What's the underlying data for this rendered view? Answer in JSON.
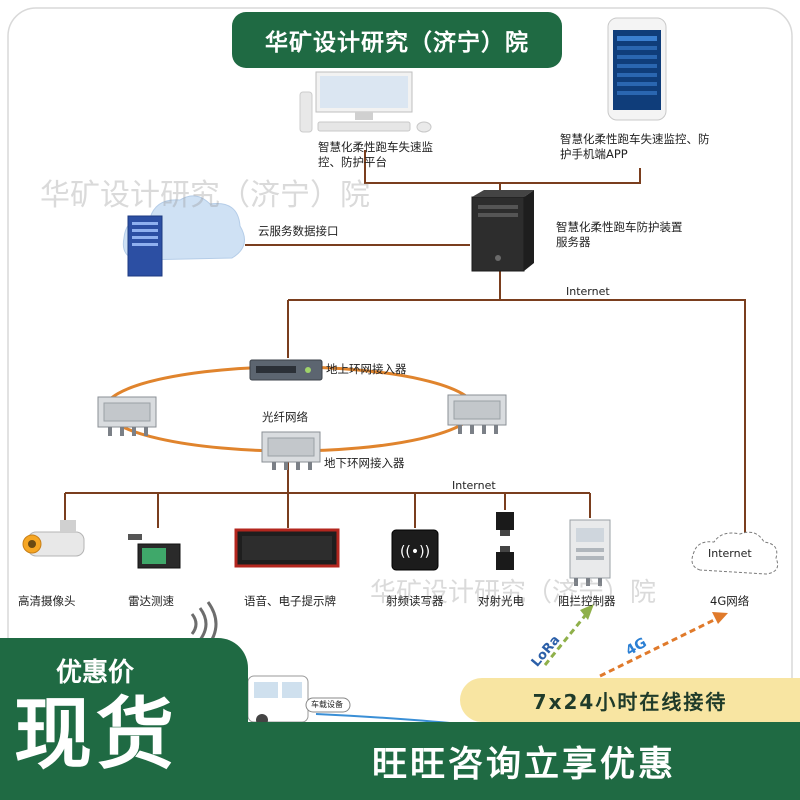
{
  "title": "华矿设计研究（济宁）院",
  "watermark": "华矿设计研究（济宁）院",
  "nodes": {
    "platform": "智慧化柔性跑车失速监控、防护平台",
    "app": "智慧化柔性跑车失速监控、防护手机端APP",
    "server": "智慧化柔性跑车防护装置服务器",
    "cloud_interface": "云服务数据接口",
    "internet_top": "Internet",
    "ground_switch": "地上环网接入器",
    "fiber": "光纤网络",
    "underground_switch": "地下环网接入器",
    "internet_mid": "Internet",
    "internet_cloud": "Internet",
    "network_4g": "4G网络",
    "lora_label": "LoRa",
    "label_4g": "4G",
    "vehicle_tag": "车载设备"
  },
  "devices": [
    {
      "name": "camera",
      "label": "高清摄像头"
    },
    {
      "name": "radar",
      "label": "雷达测速"
    },
    {
      "name": "voice-board",
      "label": "语音、电子提示牌"
    },
    {
      "name": "rfid",
      "label": "射频读写器"
    },
    {
      "name": "photoelectric",
      "label": "对射光电"
    },
    {
      "name": "barrier",
      "label": "阻拦控制器"
    }
  ],
  "promo": {
    "small": "优惠价",
    "big": "现货",
    "pill": "7x24小时在线接待",
    "bottom": "旺旺咨询立享优惠"
  },
  "colors": {
    "brand_green": "#1f6a43",
    "link_brown": "#7a3e1e",
    "ring_orange": "#e0842d",
    "pill_yellow": "#f8e5a2",
    "wireless_green": "#8fb04a",
    "wireless_orange": "#e07a2b"
  }
}
